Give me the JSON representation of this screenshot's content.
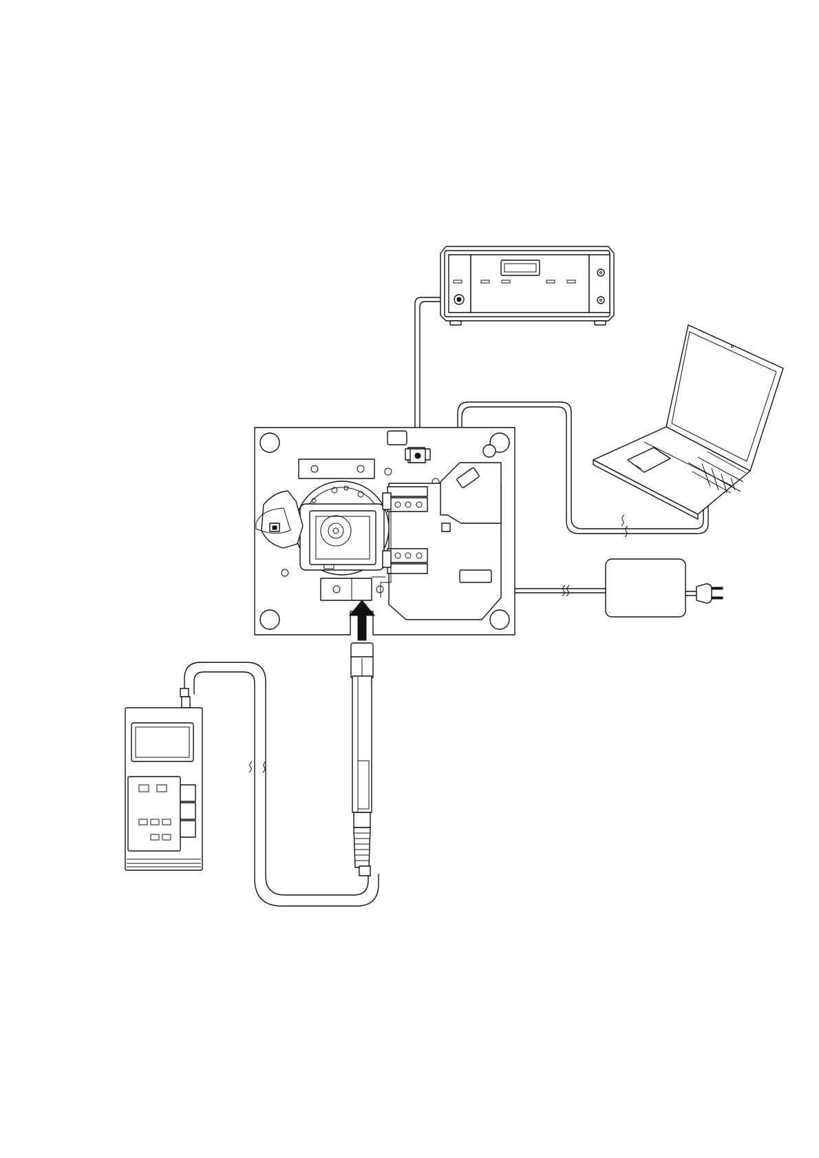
{
  "title": "",
  "colors": {
    "line": "#111111",
    "background": "#ffffff"
  },
  "components": [
    {
      "id": "signal-generator",
      "icon": "signal-generator-icon"
    },
    {
      "id": "laptop-pc",
      "icon": "laptop-icon"
    },
    {
      "id": "ac-adapter",
      "icon": "ac-adapter-icon"
    },
    {
      "id": "optical-unit-board",
      "icon": "circuit-board-icon"
    },
    {
      "id": "handheld-meter",
      "icon": "meter-icon"
    },
    {
      "id": "sensor-probe",
      "icon": "probe-icon"
    }
  ],
  "connections": [
    {
      "from": "signal-generator",
      "to": "optical-unit-board"
    },
    {
      "from": "laptop-pc",
      "to": "optical-unit-board"
    },
    {
      "from": "ac-adapter",
      "to": "optical-unit-board"
    },
    {
      "from": "handheld-meter",
      "to": "sensor-probe"
    }
  ],
  "arrow": {
    "from": "sensor-probe",
    "to": "optical-unit-board",
    "icon": "arrow-up-icon"
  }
}
